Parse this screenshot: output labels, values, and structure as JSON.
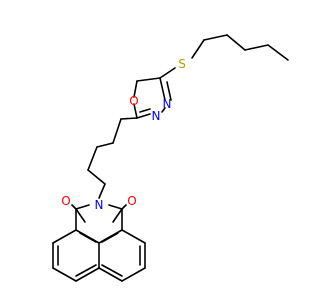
{
  "molecule": {
    "colors": {
      "bond": "#000000",
      "sulfur": "#b5a000",
      "oxygen": "#ff0000",
      "nitrogen": "#0000ff",
      "background": "#ffffff"
    },
    "atom_labels": {
      "sulfur": "S",
      "ring_oxygen": "O",
      "ring_nitrogen_1": "N",
      "ring_nitrogen_2": "N",
      "imide_nitrogen": "N",
      "carbonyl_oxygen_left": "O",
      "carbonyl_oxygen_right": "O"
    }
  }
}
